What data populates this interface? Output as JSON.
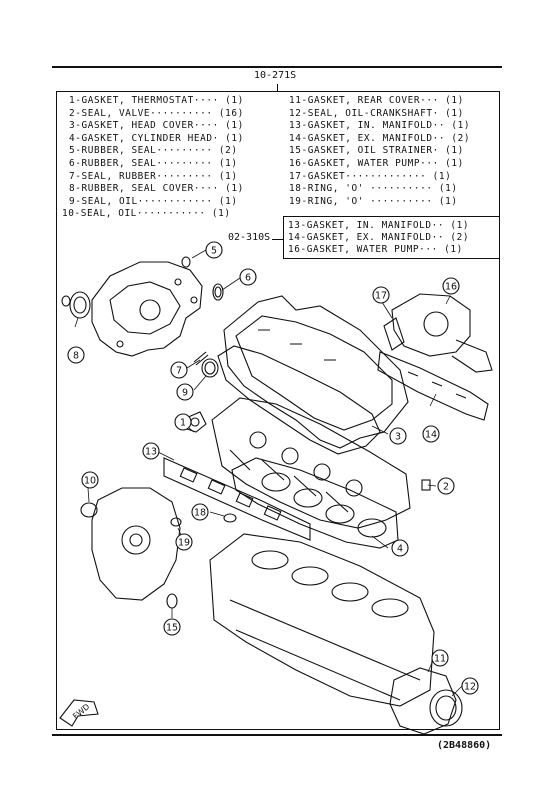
{
  "assembly_code": "10-271S",
  "legend": [
    {
      "left": "1-GASKET, THERMOSTAT···· (1)",
      "right": "11-GASKET, REAR COVER··· (1)"
    },
    {
      "left": "2-SEAL, VALVE·········· (16)",
      "right": "12-SEAL, OIL-CRANKSHAFT· (1)"
    },
    {
      "left": "3-GASKET, HEAD COVER···· (1)",
      "right": "13-GASKET, IN. MANIFOLD·· (1)"
    },
    {
      "left": "4-GASKET, CYLINDER HEAD· (1)",
      "right": "14-GASKET, EX. MANIFOLD·· (2)"
    },
    {
      "left": "5-RUBBER, SEAL········· (2)",
      "right": "15-GASKET, OIL STRAINER· (1)"
    },
    {
      "left": "6-RUBBER, SEAL········· (1)",
      "right": "16-GASKET, WATER PUMP··· (1)"
    },
    {
      "left": "7-SEAL, RUBBER········· (1)",
      "right": "17-GASKET············· (1)"
    },
    {
      "left": "8-RUBBER, SEAL COVER···· (1)",
      "right": "18-RING, 'O' ·········· (1)"
    },
    {
      "left": "9-SEAL, OIL············ (1)",
      "right": "19-RING, 'O' ·········· (1)"
    },
    {
      "left": "10-SEAL, OIL··········· (1)",
      "right": ""
    }
  ],
  "subset": {
    "code": "02-310S",
    "items": [
      "13-GASKET, IN. MANIFOLD·· (1)",
      "14-GASKET, EX. MANIFOLD·· (2)",
      "16-GASKET, WATER PUMP··· (1)"
    ]
  },
  "callouts": [
    "1",
    "2",
    "3",
    "4",
    "5",
    "6",
    "7",
    "8",
    "9",
    "10",
    "11",
    "12",
    "13",
    "14",
    "15",
    "16",
    "17",
    "18",
    "19"
  ],
  "direction_label": "FWD",
  "figure_id": "(2B48860)"
}
